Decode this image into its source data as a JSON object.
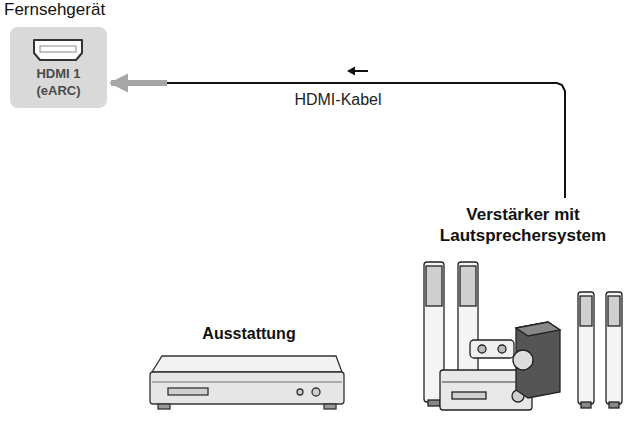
{
  "diagram": {
    "nodes": [
      {
        "text": [
          "Fernsehgerät",
          "HDMI 1 (eARC)"
        ]
      },
      {
        "text": [
          "Verstärker mit Lautsprechersystem"
        ]
      },
      {
        "text": [
          "Ausstattung"
        ]
      }
    ],
    "edges": [
      {
        "from": 1,
        "to": 0,
        "arrow": "to",
        "label": "HDMI-Kabel"
      }
    ]
  }
}
